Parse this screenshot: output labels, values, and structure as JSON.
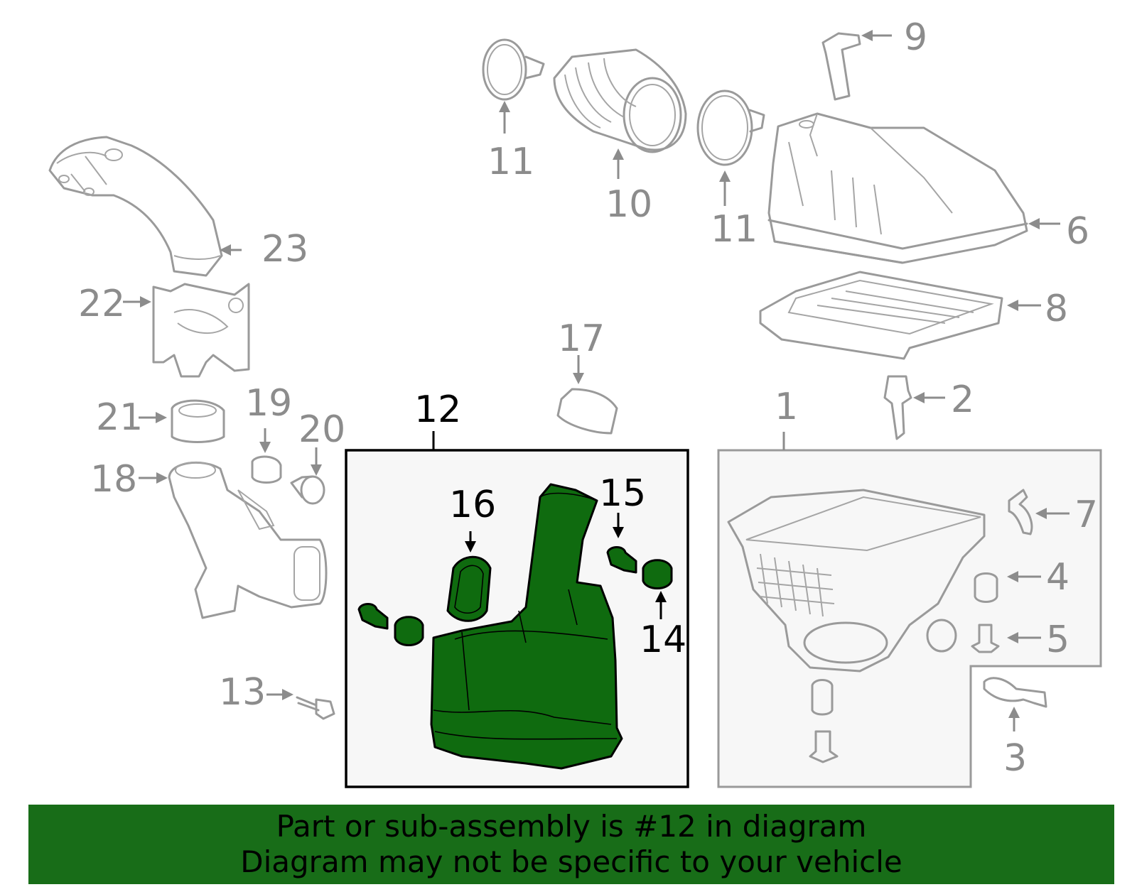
{
  "labels": {
    "c1": "1",
    "c2": "2",
    "c3": "3",
    "c4": "4",
    "c5": "5",
    "c6": "6",
    "c7": "7",
    "c8": "8",
    "c9": "9",
    "c10": "10",
    "c11a": "11",
    "c11b": "11",
    "c12": "12",
    "c13": "13",
    "c14": "14",
    "c15": "15",
    "c16": "16",
    "c17": "17",
    "c18": "18",
    "c19": "19",
    "c20": "20",
    "c21": "21",
    "c22": "22",
    "c23": "23"
  },
  "highlight_part": "12",
  "colors": {
    "highlight": "#0f6b0f",
    "outline": "#9a9a9a",
    "banner": "#186d18"
  },
  "banner": {
    "line1": "Part or sub-assembly is #12 in diagram",
    "line2": "Diagram may not be specific to your vehicle"
  }
}
